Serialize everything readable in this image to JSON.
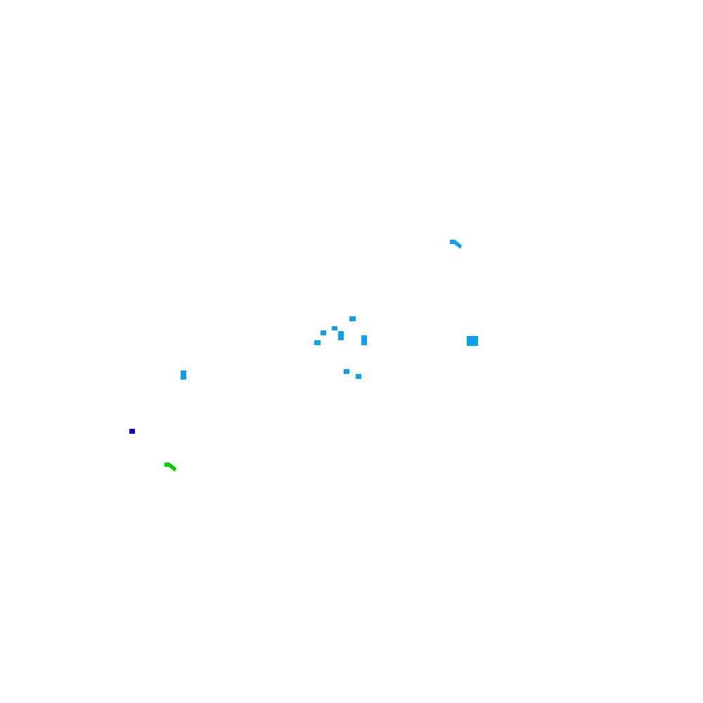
{
  "colors": {
    "background": "#ffffff",
    "light_blue": "#0aa0ee",
    "blue": "#0000cc",
    "green": "#00cc00"
  },
  "marks": [
    {
      "name": "arc-mark-upper-right",
      "shape": "hook",
      "color": "light_blue"
    },
    {
      "name": "dot-1",
      "shape": "square",
      "color": "light_blue"
    },
    {
      "name": "dot-2",
      "shape": "square",
      "color": "light_blue"
    },
    {
      "name": "dot-3",
      "shape": "square",
      "color": "light_blue"
    },
    {
      "name": "dot-4",
      "shape": "bar",
      "color": "light_blue"
    },
    {
      "name": "dot-5",
      "shape": "square",
      "color": "light_blue"
    },
    {
      "name": "dot-6",
      "shape": "bar",
      "color": "light_blue"
    },
    {
      "name": "dot-7",
      "shape": "square",
      "color": "light_blue"
    },
    {
      "name": "dot-8",
      "shape": "square",
      "color": "light_blue"
    },
    {
      "name": "square-mark-right",
      "shape": "square",
      "color": "light_blue"
    },
    {
      "name": "bar-mark-left",
      "shape": "bar",
      "color": "light_blue"
    },
    {
      "name": "dot-blue",
      "shape": "square",
      "color": "blue"
    },
    {
      "name": "arc-mark-green",
      "shape": "hook",
      "color": "green"
    }
  ]
}
